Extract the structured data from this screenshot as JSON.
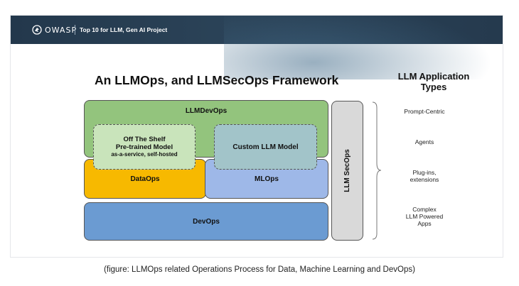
{
  "header": {
    "logo_text": "OWASP",
    "project_title": "Top 10 for LLM, Gen AI Project"
  },
  "diagram": {
    "title": "An LLMOps, and LLMSecOps Framework",
    "blocks": {
      "llmdevops": "LLMDevOps",
      "offshelf_line1": "Off The Shelf",
      "offshelf_line2": "Pre-trained Model",
      "offshelf_line3": "as-a-service, self-hosted",
      "custom_model": "Custom LLM Model",
      "dataops": "DataOps",
      "mlops": "MLOps",
      "devops": "DevOps",
      "llmsecops": "LLM SecOps"
    },
    "types_title_line1": "LLM Application",
    "types_title_line2": "Types",
    "app_types": {
      "prompt_centric": "Prompt-Centric",
      "agents": "Agents",
      "plugins_line1": "Plug-ins,",
      "plugins_line2": "extensions",
      "complex_line1": "Complex",
      "complex_line2": "LLM Powered",
      "complex_line3": "Apps"
    },
    "colors": {
      "llmdevops": "#93c47d",
      "offshelf": "#c9e4bb",
      "custom_model": "#a2c4c9",
      "dataops": "#f7b900",
      "mlops": "#9eb8e8",
      "devops": "#6b9bd2",
      "llmsecops": "#d9d9d9"
    }
  },
  "caption": "(figure: LLMOps related Operations Process for Data, Machine Learning and DevOps)"
}
